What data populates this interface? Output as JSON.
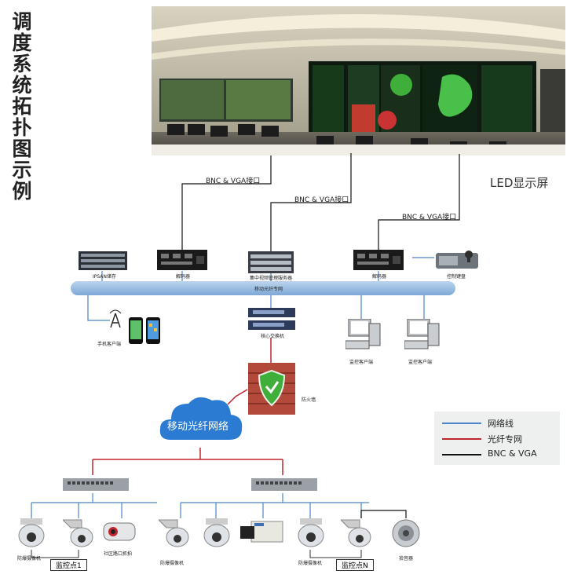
{
  "title": "调度系统拓扑图示例",
  "led_label": "LED显示屏",
  "bnc_labels": [
    "BNC & VGA接口",
    "BNC & VGA接口",
    "BNC & VGA接口"
  ],
  "devices": {
    "ipsan": "IPSAN储存",
    "decoder1": "解码器",
    "server": "集中视频管理服务器",
    "decoder2": "解码器",
    "keyboard": "控制键盘",
    "network_bar": "移动光纤专网",
    "mobile": "手机客户端",
    "core_switch": "核心交换机",
    "client1": "监控客户端",
    "client2": "监控客户端",
    "firewall": "防火墙",
    "cloud": "移动光纤网络"
  },
  "cameras": {
    "label1": "防爆摄像机",
    "label2": "社区路口抓拍",
    "label3": "防爆摄像机",
    "label4": "防爆摄像机",
    "label5": "拾音器",
    "spot1": "监控点1",
    "spotN": "监控点N"
  },
  "legend": [
    {
      "label": "网络线",
      "color": "#4a86c8"
    },
    {
      "label": "光纤专网",
      "color": "#c0262d"
    },
    {
      "label": "BNC & VGA",
      "color": "#111111"
    }
  ]
}
